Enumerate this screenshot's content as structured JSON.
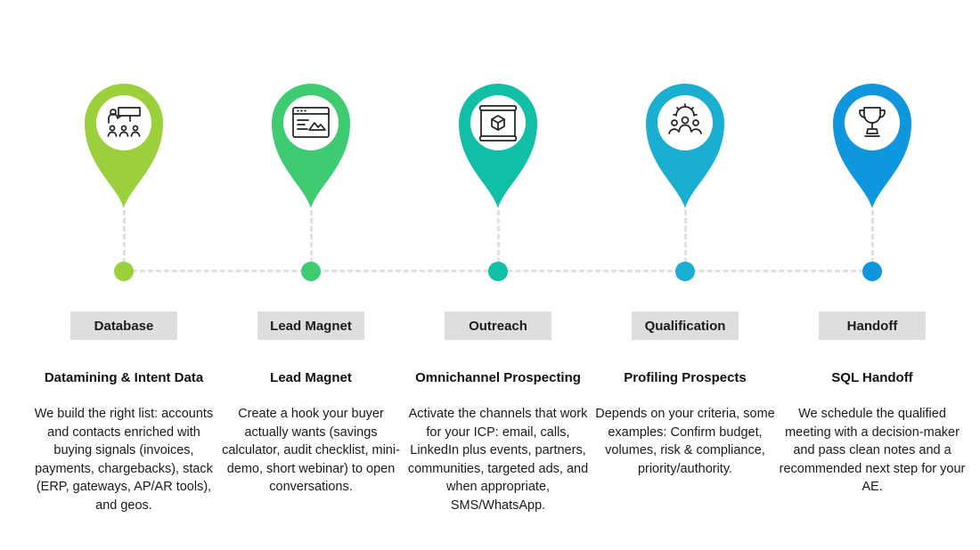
{
  "steps": [
    {
      "icon": "presentation-audience-icon",
      "color": "#9ccf3c",
      "label": "Database",
      "heading": "Datamining & Intent Data",
      "description": "We build the right list: accounts and contacts enriched with buying signals (invoices, payments, chargebacks), stack (ERP, gateways, AP/AR tools), and geos."
    },
    {
      "icon": "webpage-icon",
      "color": "#3ecb72",
      "label": "Lead Magnet",
      "heading": "Lead Magnet",
      "description": "Create a hook your buyer actually wants (savings calculator, audit checklist, mini-demo, short webinar) to open conversations."
    },
    {
      "icon": "map-cube-icon",
      "color": "#11bfa6",
      "label": "Outreach",
      "heading": "Omnichannel Prospecting",
      "description": "Activate the channels that work for your ICP: email, calls, LinkedIn plus events, partners, communities, targeted ads, and when appropriate, SMS/WhatsApp."
    },
    {
      "icon": "team-gear-icon",
      "color": "#1aaed0",
      "label": "Qualification",
      "heading": "Profiling Prospects",
      "description": "Depends on your criteria, some examples: Confirm budget, volumes, risk & compliance, priority/authority."
    },
    {
      "icon": "trophy-icon",
      "color": "#0f96dd",
      "label": "Handoff",
      "heading": "SQL Handoff",
      "description": "We schedule the qualified meeting with a decision-maker and pass clean notes and a recommended next step for your AE."
    }
  ]
}
